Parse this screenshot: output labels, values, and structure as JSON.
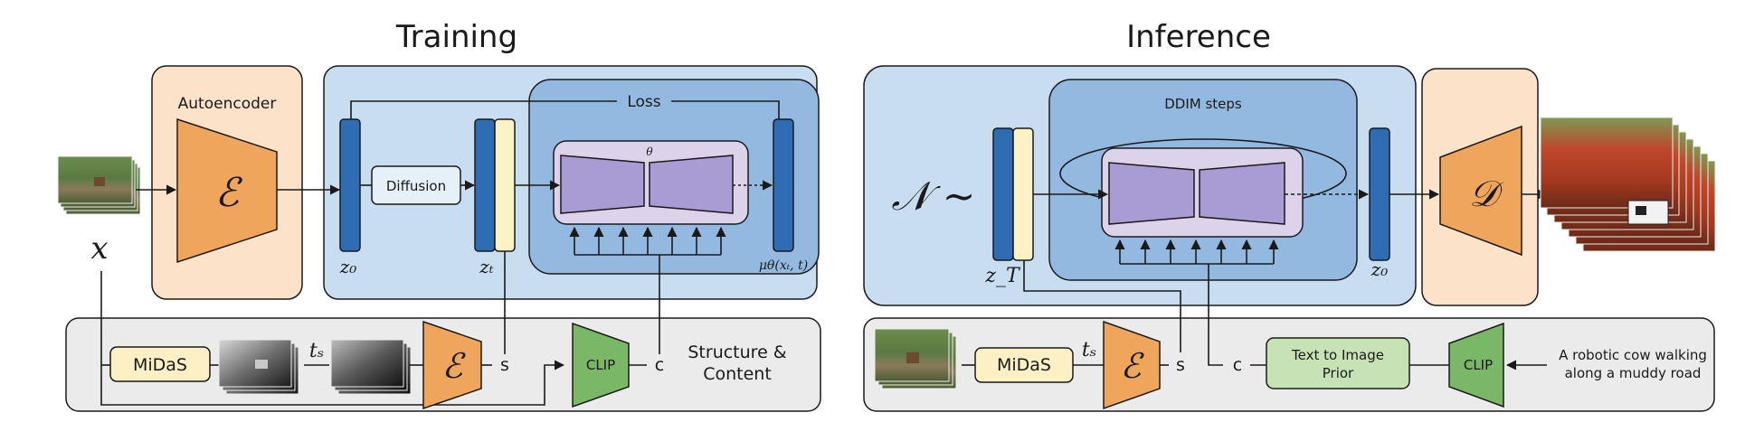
{
  "training": {
    "title": "Training",
    "autoencoder_label": "Autoencoder",
    "encoder_symbol": "ℰ",
    "input_symbol": "x",
    "z0": "z₀",
    "zt": "zₜ",
    "diffusion_label": "Diffusion",
    "loss_label": "Loss",
    "theta": "θ",
    "mu_label": "μθ(xₜ, t)",
    "midas_label": "MiDaS",
    "ts_label": "tₛ",
    "encoder2_symbol": "ℰ",
    "s_label": "s",
    "clip_label": "CLIP",
    "c_label": "c",
    "structure_label_1": "Structure &",
    "structure_label_2": "Content"
  },
  "inference": {
    "title": "Inference",
    "noise_label": "𝒩 ∼",
    "ddim_label": "DDIM steps",
    "zT": "z_T",
    "z0": "z₀",
    "decoder_symbol": "𝒟",
    "midas_label": "MiDaS",
    "ts_label": "tₛ",
    "encoder_symbol": "ℰ",
    "s_label": "s",
    "c_label": "c",
    "prior_label_1": "Text to Image",
    "prior_label_2": "Prior",
    "clip_label": "CLIP",
    "prompt_1": "A robotic cow walking",
    "prompt_2": "along a muddy road"
  },
  "colors": {
    "autoencoder_bg": "#fbe2c8",
    "diffusion_bg": "#c9ddf1",
    "inner_bg": "#94b9e1",
    "unet_bg": "#dcd3ea",
    "unet_block": "#a99bd4",
    "latent_blue": "#2e6db4",
    "latent_cream": "#fdf2c6",
    "encoder_orange": "#f0a55c",
    "clip_green": "#7ab867",
    "prior_green": "#c7e3b6",
    "bottom_bg": "#ebebeb",
    "midas_bg": "#fdf0c4"
  }
}
